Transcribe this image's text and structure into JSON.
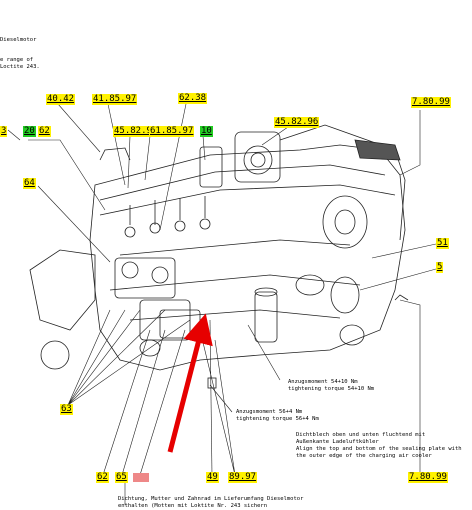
{
  "notes": {
    "top_left_1": "Dieselmotor",
    "top_left_2": "e range of",
    "top_left_3": "Loctite 243.",
    "torque_1_de": "Anzugsmoment 54+10 Nm",
    "torque_1_en": "tightening torque 54+10 Nm",
    "torque_2_de": "Anzugsmoment 56+4 Nm",
    "torque_2_en": "tightening torque 56+4 Nm",
    "seal_1": "Dichtblech oben und unten fluchtend mit",
    "seal_2": "Außenkante Ladeluftkühler",
    "seal_3": "Align the top and bottom of the sealing plate with",
    "seal_4": "the outer edge of the charging air cooler",
    "bottom_1": "Dichtung, Mutter und Zahnrad im Lieferumfang Dieselmotor",
    "bottom_2": "enthalten (Motten mit Loktite Nr. 243 sichern"
  },
  "labels": {
    "l_4042": "40.42",
    "l_418597": "41.85.97",
    "l_6238": "62.38",
    "l_458296_top": "45.82.96",
    "l_78099_top": "7.80.99",
    "l_458296": "45.82.96",
    "l_618597": "61.85.97",
    "l_10": "10",
    "l_13": "3",
    "l_20": "20",
    "l_62": "62",
    "l_64": "64",
    "l_51": "51",
    "l_5": "5",
    "l_63": "63",
    "l_62b": "62",
    "l_65": "65",
    "l_49": "49",
    "l_8997": "89.97",
    "l_78099_bot": "7.80.99"
  },
  "colors": {
    "label_yellow": "#fff200",
    "label_green": "#22cc22",
    "label_pink": "#ee8888",
    "arrow_red": "#e60000",
    "line": "#222222"
  }
}
